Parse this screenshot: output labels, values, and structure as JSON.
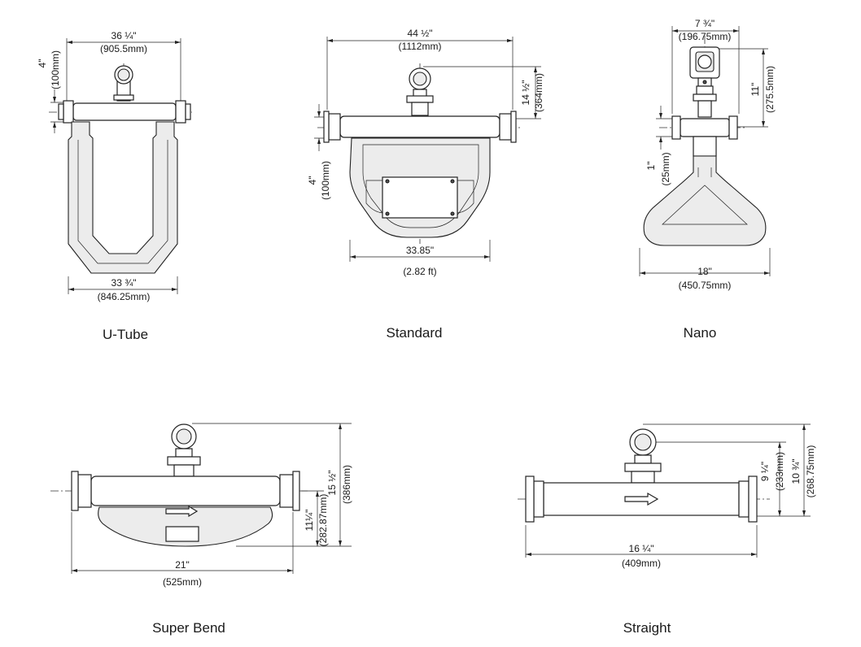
{
  "models": [
    {
      "id": "utube",
      "caption": "U-Tube",
      "dims": {
        "width_in": "36 ¼\"",
        "width_mm": "(905.5mm)",
        "height_in": "4\"",
        "height_mm": "(100mm)",
        "bottom_in": "33 ¾\"",
        "bottom_mm": "(846.25mm)"
      }
    },
    {
      "id": "standard",
      "caption": "Standard",
      "dims": {
        "width_in": "44 ½\"",
        "width_mm": "(1112mm)",
        "height_in": "14 ½\"",
        "height_mm": "(364mm)",
        "flange_in": "4\"",
        "flange_mm": "(100mm)",
        "bottom_in": "33.85\"",
        "bottom_ft": "(2.82 ft)"
      }
    },
    {
      "id": "nano",
      "caption": "Nano",
      "dims": {
        "width_in": "7 ¾\"",
        "width_mm": "(196.75mm)",
        "height_in": "11\"",
        "height_mm": "(275.5mm)",
        "flange_in": "1\"",
        "flange_mm": "(25mm)",
        "bottom_in": "18\"",
        "bottom_mm": "(450.75mm)"
      }
    },
    {
      "id": "superbend",
      "caption": "Super Bend",
      "dims": {
        "height_in": "15 ½\"",
        "height_mm": "(386mm)",
        "depth_in": "11¼\"",
        "depth_mm": "(282.87mm)",
        "bottom_in": "21\"",
        "bottom_mm": "(525mm)"
      }
    },
    {
      "id": "straight",
      "caption": "Straight",
      "dims": {
        "height1_in": "9 ¼\"",
        "height1_mm": "(233mm)",
        "height2_in": "10 ¾\"",
        "height2_mm": "(268.75mm)",
        "bottom_in": "16 ¼\"",
        "bottom_mm": "(409mm)"
      }
    }
  ]
}
